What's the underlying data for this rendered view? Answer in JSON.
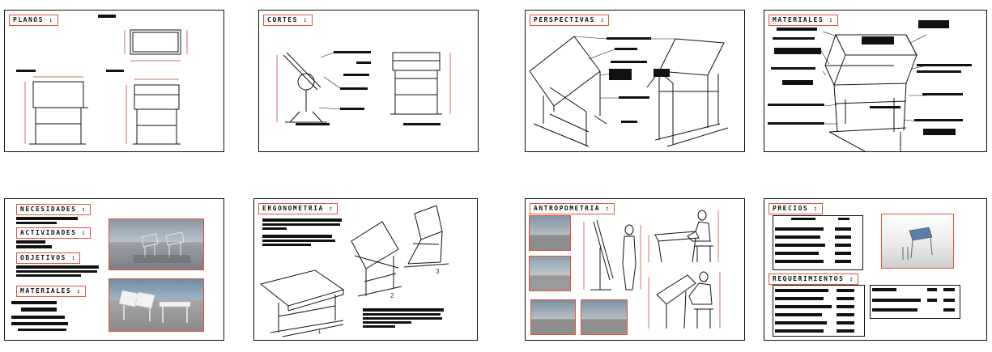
{
  "sheets": {
    "planos": {
      "title": "PLANOS :"
    },
    "cortes": {
      "title": "CORTES :"
    },
    "perspectivas": {
      "title": "PERSPECTIVAS :"
    },
    "materiales": {
      "title": "MATERIALES :"
    },
    "programa": {
      "necesidades": "NECESIDADES :",
      "actividades": "ACTIVIDADES :",
      "objetivos": "OBJETIVOS :",
      "materiales": "MATERIALES :"
    },
    "ergonometria": {
      "title": "ERGONOMETRIA :",
      "labels": [
        "1",
        "2",
        "3"
      ]
    },
    "antropometria": {
      "title": "ANTROPOMETRIA :"
    },
    "precios": {
      "title": "PRECIOS :",
      "requerimientos": "REQUERIMIENTOS :"
    }
  },
  "colors": {
    "frame": "#111111",
    "accent": "#e2533a",
    "dimension": "#c0392b",
    "ink": "#111111"
  }
}
